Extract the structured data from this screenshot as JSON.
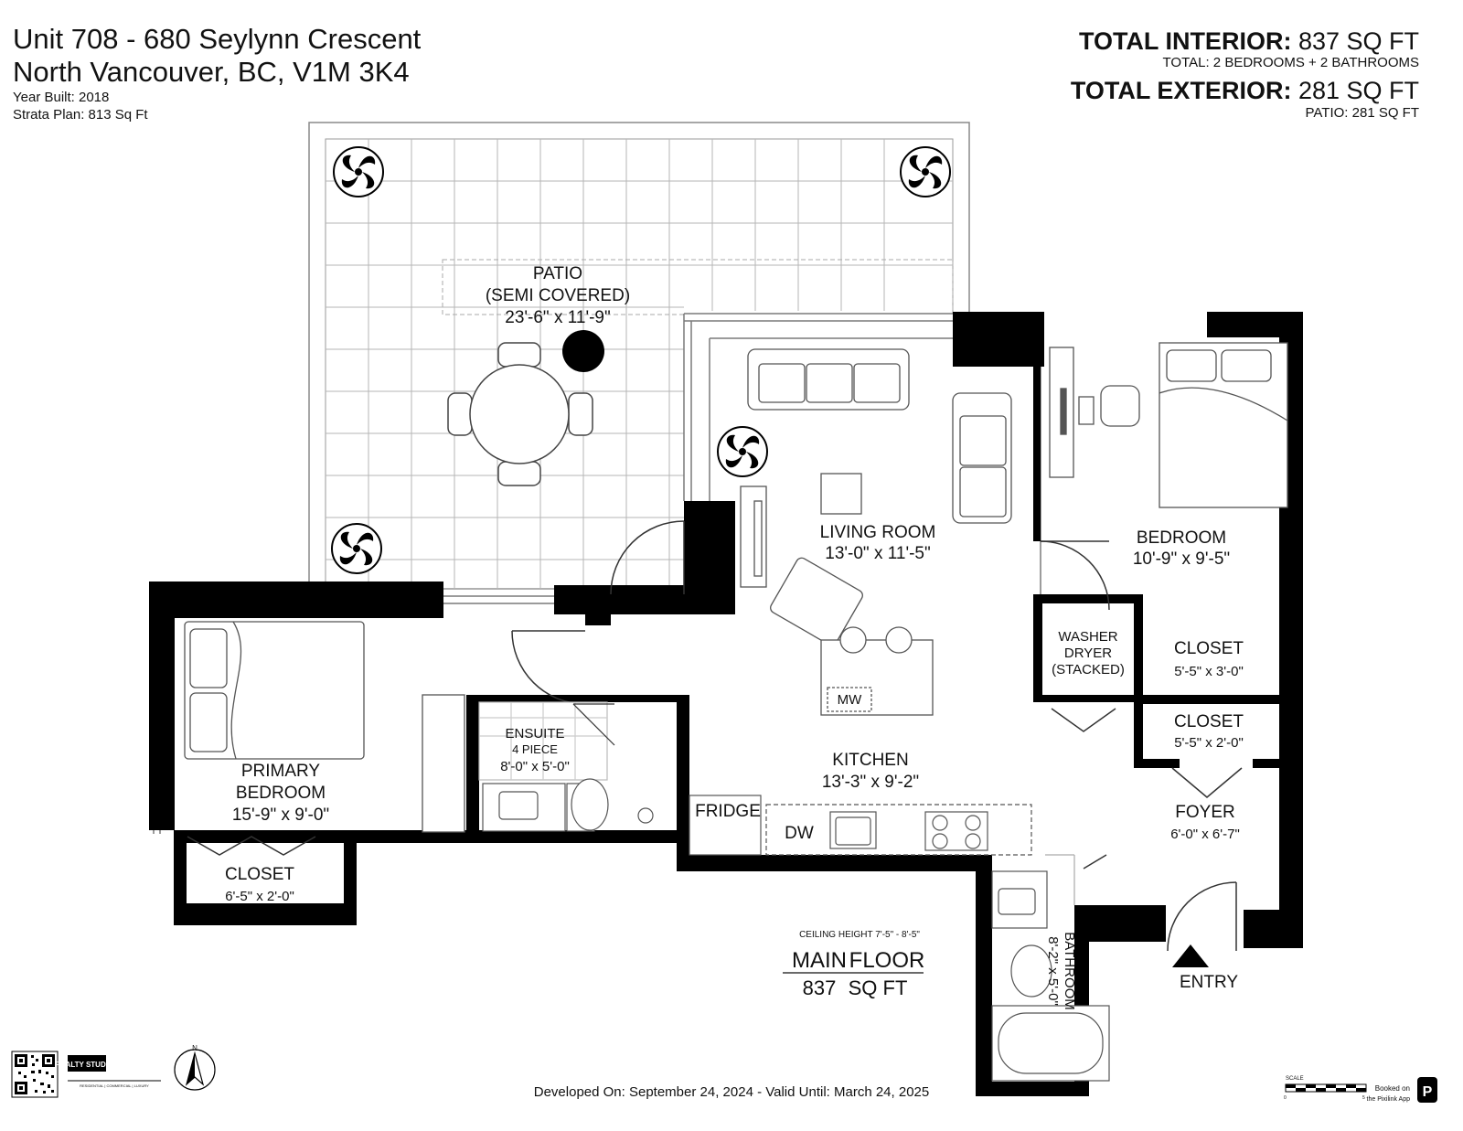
{
  "header": {
    "address_line1": "Unit 708 - 680 Seylynn Crescent",
    "address_line2": "North Vancouver, BC, V1M 3K4",
    "year_built": "Year Built: 2018",
    "strata_plan": "Strata Plan: 813 Sq Ft"
  },
  "totals": {
    "interior_label": "TOTAL INTERIOR:",
    "interior_value": "837 SQ FT",
    "rooms_summary": "TOTAL: 2 BEDROOMS + 2 BATHROOMS",
    "exterior_label": "TOTAL EXTERIOR:",
    "exterior_value": "281 SQ FT",
    "patio_summary": "PATIO: 281 SQ FT"
  },
  "rooms": {
    "patio": {
      "name": "PATIO",
      "note": "(SEMI COVERED)",
      "size": "23'-6\" x 11'-9\""
    },
    "living_room": {
      "name": "LIVING ROOM",
      "size": "13'-0\" x 11'-5\""
    },
    "bedroom": {
      "name": "BEDROOM",
      "size": "10'-9\" x 9'-5\""
    },
    "washer": {
      "line1": "WASHER",
      "line2": "DRYER",
      "line3": "(STACKED)"
    },
    "closet_bedroom": {
      "name": "CLOSET",
      "size": "5'-5\" x 3'-0\""
    },
    "closet_foyer": {
      "name": "CLOSET",
      "size": "5'-5\" x 2'-0\""
    },
    "foyer": {
      "name": "FOYER",
      "size": "6'-0\" x 6'-7\""
    },
    "kitchen": {
      "name": "KITCHEN",
      "size": "13'-3\" x 9'-2\""
    },
    "ensuite": {
      "name": "ENSUITE",
      "note": "4 PIECE",
      "size": "8'-0\" x 5'-0\""
    },
    "primary_bedroom": {
      "name1": "PRIMARY",
      "name2": "BEDROOM",
      "size": "15'-9\" x 9'-0\""
    },
    "closet_primary": {
      "name": "CLOSET",
      "size": "6'-5\" x 2'-0\""
    },
    "bathroom": {
      "name": "BATHROOM",
      "size": "8'-2\" x 5'-0\""
    }
  },
  "fixtures": {
    "fridge": "FRIDGE",
    "dishwasher": "DW",
    "microwave": "MW",
    "entry": "ENTRY"
  },
  "floor": {
    "ceiling_height": "CEILING HEIGHT 7'-5\" - 8'-5\"",
    "main_label_1": "MAIN",
    "main_label_2": "FLOOR",
    "area_num": "837",
    "area_unit": "SQ FT"
  },
  "footer": {
    "developed": "Developed On: September 24, 2024 - Valid Until: March 24, 2025",
    "brand_name": "REALTY STUDIOS",
    "brand_tag": "RESIDENTIAL | COMMERCIAL | LUXURY",
    "scale_label": "SCALE",
    "scale_0": "0",
    "scale_5": "5",
    "booked_line1": "Booked on",
    "booked_line2": "the Pixilink App",
    "pixilink_letter": "P",
    "north_letter": "N"
  },
  "colors": {
    "wall": "#000000",
    "line": "#7a7a7a",
    "background": "#ffffff"
  }
}
